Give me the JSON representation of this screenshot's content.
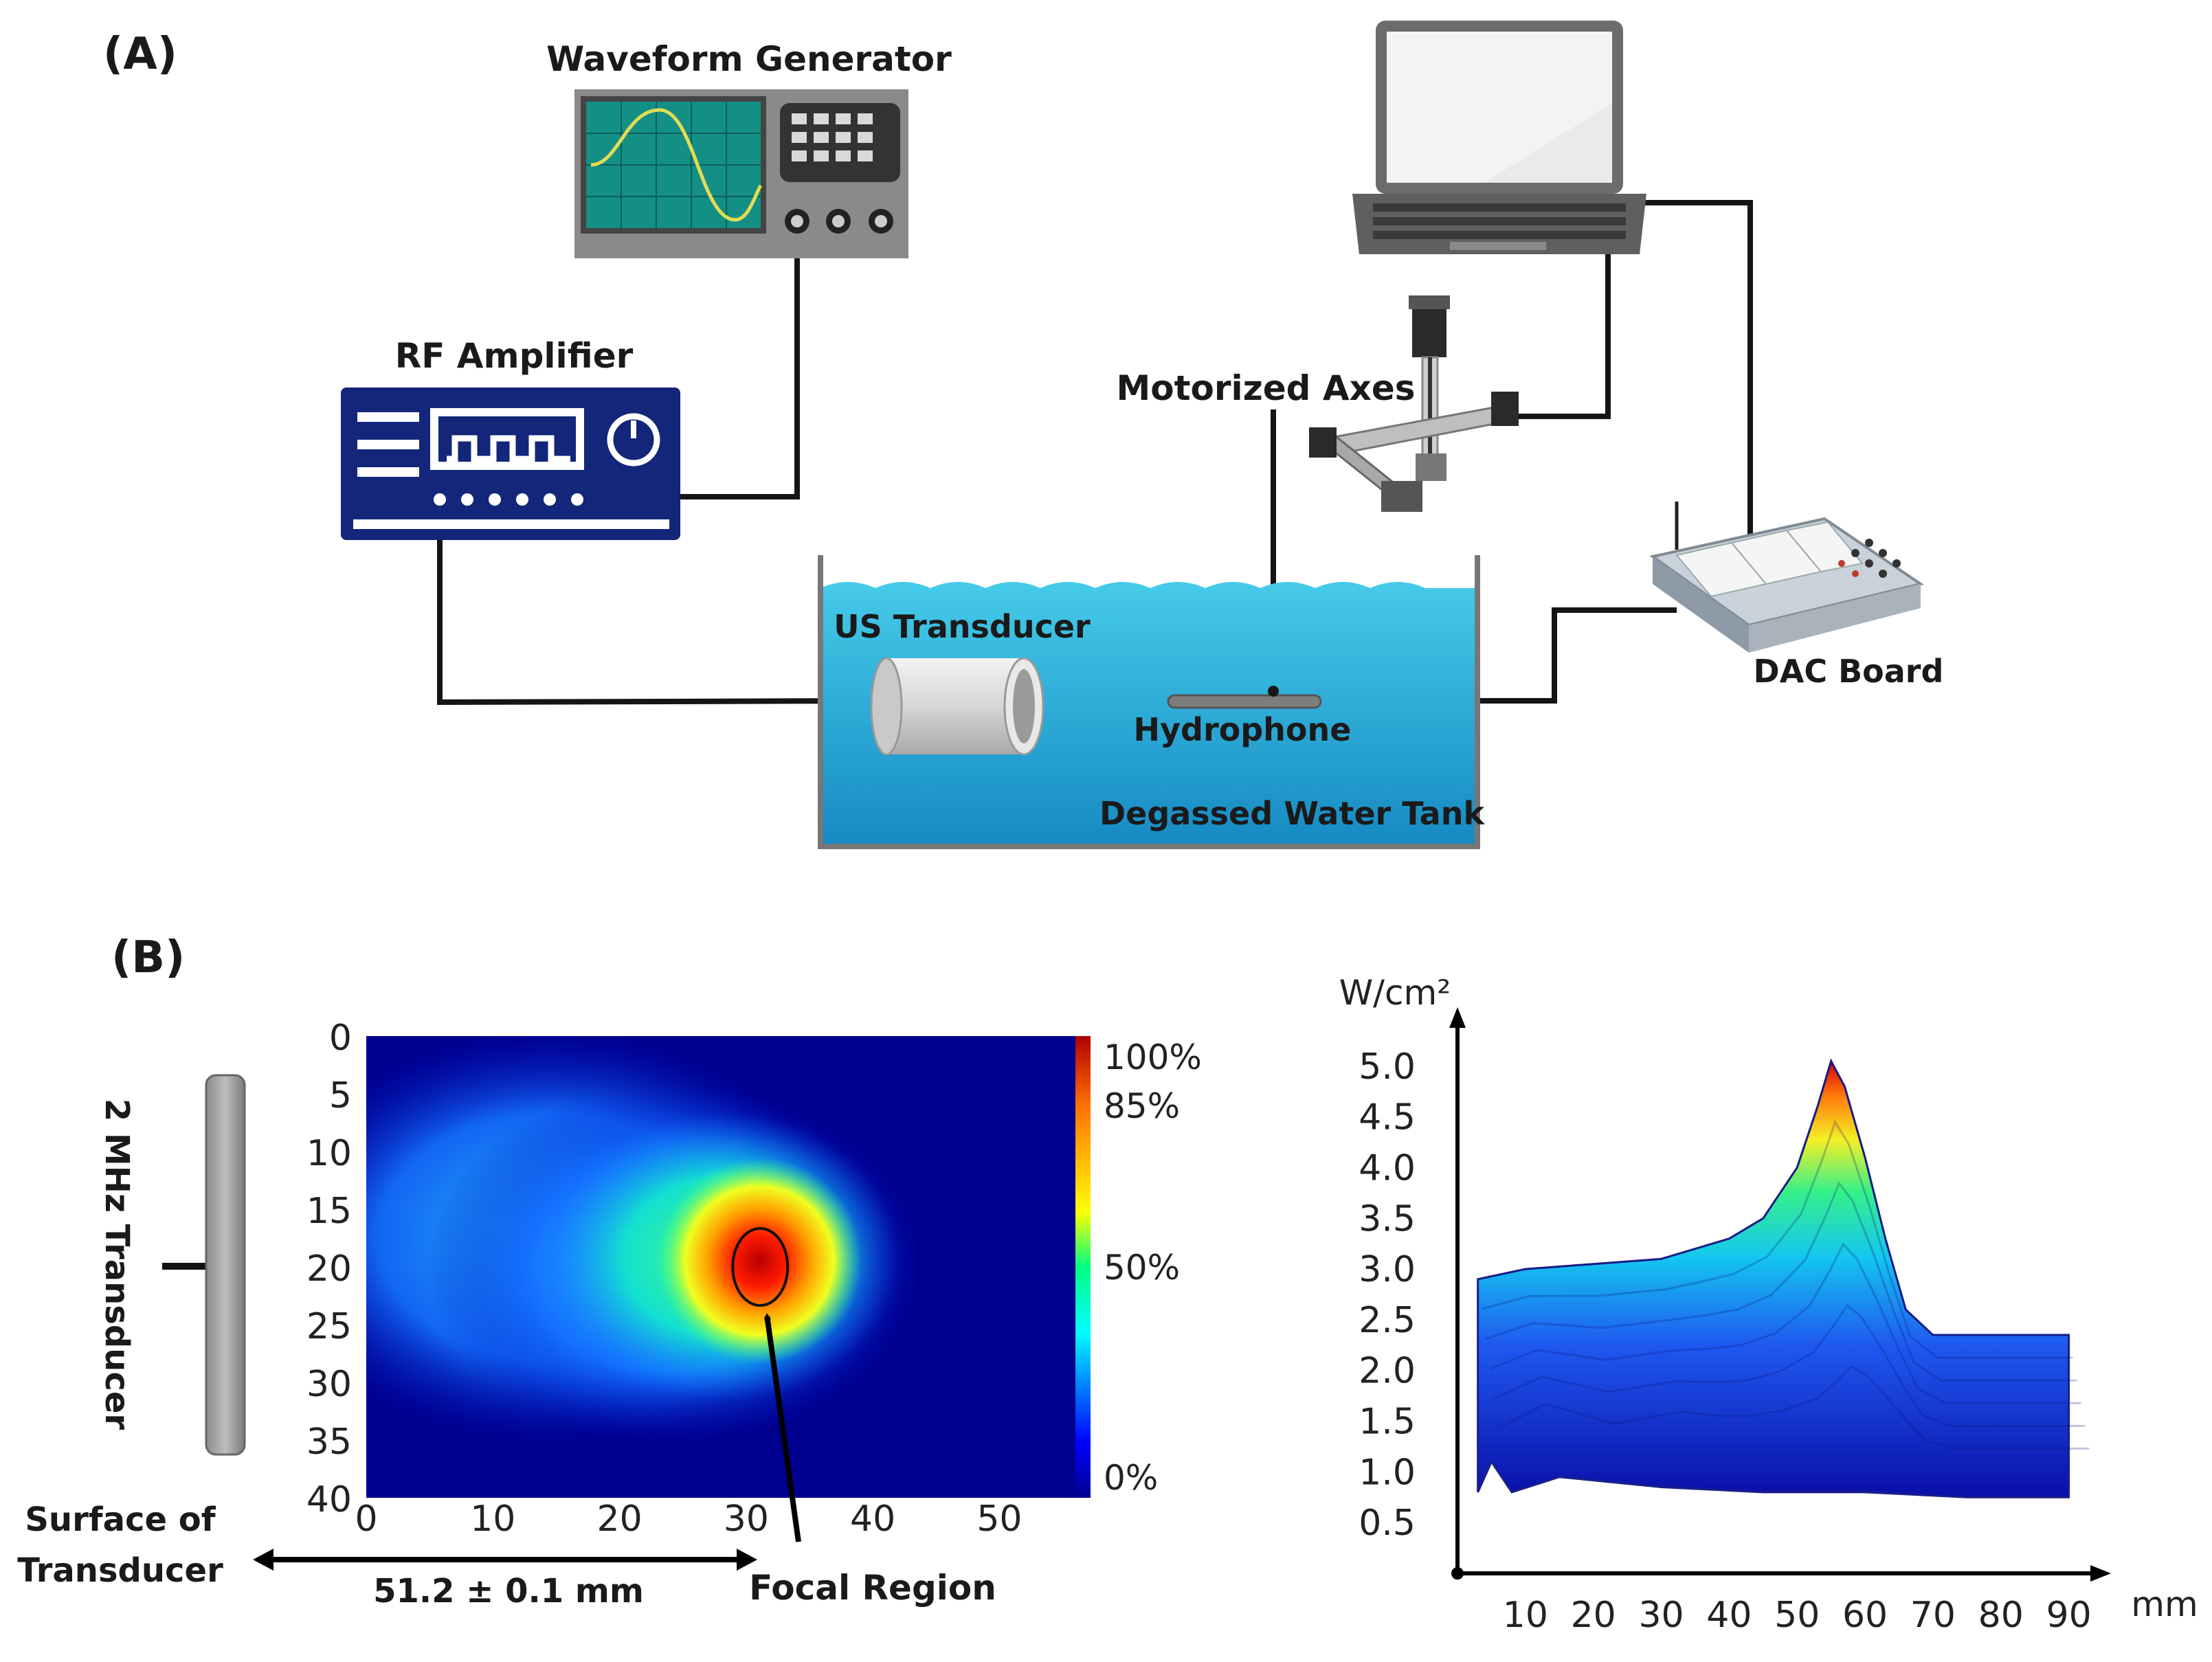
{
  "panel_a": {
    "panel_label": "(A)",
    "waveform_generator": "Waveform Generator",
    "rf_amplifier": "RF Amplifier",
    "motorized_axes": "Motorized Axes",
    "us_transducer": "US Transducer",
    "hydrophone": "Hydrophone",
    "water_tank": "Degassed Water Tank",
    "dac_board": "DAC Board"
  },
  "panel_b": {
    "panel_label": "(B)",
    "transducer_label": "2 MHz Transducer",
    "surface_label_line1": "Surface of",
    "surface_label_line2": "Transducer",
    "focal_distance": "51.2 ± 0.1 mm",
    "focal_region": "Focal Region"
  },
  "colors": {
    "water_top": "#3fc8e8",
    "water_bottom": "#1a8cc4",
    "amplifier": "#13267a",
    "heatmap_low": "#00008f",
    "heatmap_high": "#d40000"
  },
  "chart_data": [
    {
      "type": "heatmap",
      "x_ticks": [
        "0",
        "10",
        "20",
        "30",
        "40",
        "50"
      ],
      "y_ticks": [
        "0",
        "5",
        "10",
        "15",
        "20",
        "25",
        "30",
        "35",
        "40"
      ],
      "xlim": [
        0,
        56
      ],
      "ylim": [
        0,
        40
      ],
      "colorbar_ticks": [
        "100%",
        "85%",
        "50%",
        "0%"
      ],
      "colorbar_values": [
        100,
        85,
        50,
        0
      ],
      "peak": {
        "x": 31,
        "y": 20,
        "value": 100
      }
    },
    {
      "type": "area",
      "ylabel": "W/cm²",
      "xlabel": "mm",
      "x_ticks": [
        "10",
        "20",
        "30",
        "40",
        "50",
        "60",
        "70",
        "80",
        "90"
      ],
      "y_ticks": [
        "5.0",
        "4.5",
        "4.0",
        "3.5",
        "3.0",
        "2.5",
        "2.0",
        "1.5",
        "1.0",
        "0.5"
      ],
      "xlim": [
        0,
        95
      ],
      "ylim": [
        0,
        5.5
      ],
      "profile": {
        "x": [
          3,
          10,
          20,
          30,
          35,
          40,
          45,
          50,
          53,
          55,
          57,
          60,
          63,
          66,
          70,
          80,
          90
        ],
        "y": [
          2.9,
          3.0,
          3.05,
          3.1,
          3.2,
          3.3,
          3.5,
          4.0,
          4.6,
          5.05,
          4.8,
          4.1,
          3.3,
          2.6,
          2.35,
          2.35,
          2.35
        ]
      },
      "base": {
        "x": [
          3,
          5,
          8,
          15,
          30,
          45,
          60,
          75,
          90
        ],
        "y": [
          0.8,
          1.1,
          0.8,
          0.95,
          0.85,
          0.8,
          0.8,
          0.75,
          0.75
        ]
      }
    }
  ]
}
